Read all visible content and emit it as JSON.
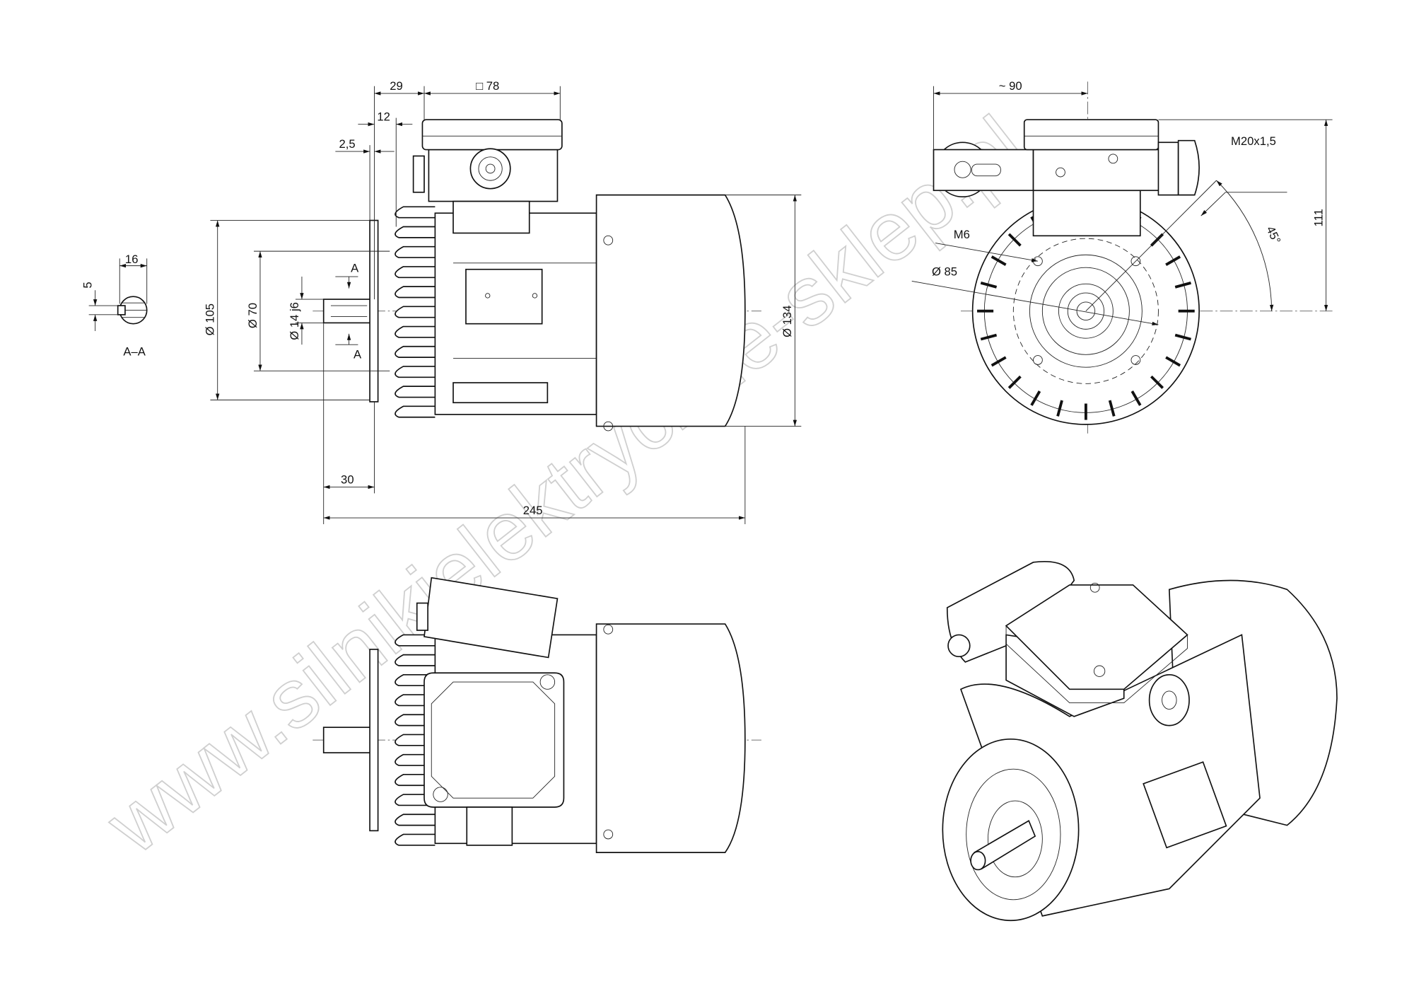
{
  "watermark": "www.silnikielektryczne-sklep.pl",
  "side_view": {
    "dim_29": "29",
    "dim_square_78": "□ 78",
    "dim_12": "12",
    "dim_2_5": "2,5",
    "dim_d105": "Ø 105",
    "dim_d70": "Ø 70",
    "dim_d14j6": "Ø 14 j6",
    "dim_d134": "Ø 134",
    "dim_30": "30",
    "dim_245": "245",
    "section_mark_top": "A",
    "section_mark_bottom": "A"
  },
  "section_aa": {
    "dim_16": "16",
    "dim_5": "5",
    "label": "A–A"
  },
  "front_view": {
    "dim_90": "~ 90",
    "dim_m20": "M20x1,5",
    "dim_111": "111",
    "dim_45": "45°",
    "dim_m6": "M6",
    "dim_d85": "Ø 85"
  }
}
